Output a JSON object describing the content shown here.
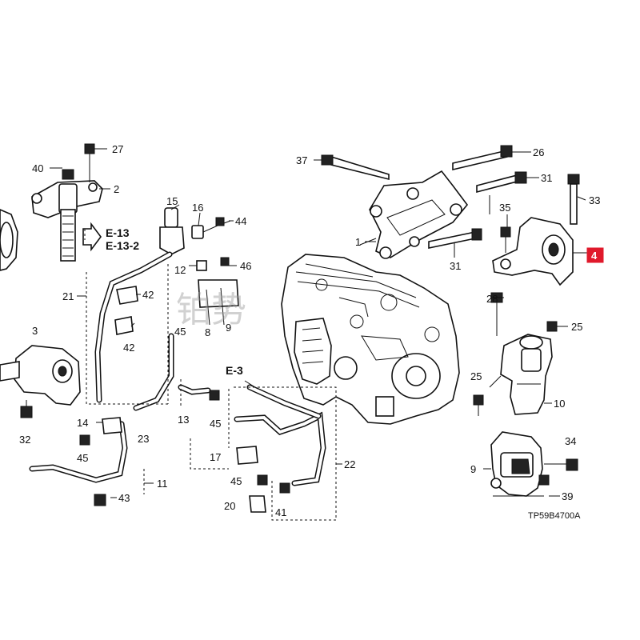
{
  "diagram": {
    "code": "TP59B4700A",
    "watermark": "铂势",
    "highlight_color": "#e0192b",
    "references": [
      {
        "id": "ref-e13",
        "text": "E-13"
      },
      {
        "id": "ref-e13-2",
        "text": "E-13-2"
      },
      {
        "id": "ref-e3",
        "text": "E-3"
      }
    ],
    "callouts": [
      {
        "id": "c27",
        "text": "27"
      },
      {
        "id": "c40",
        "text": "40"
      },
      {
        "id": "c2",
        "text": "2"
      },
      {
        "id": "c37",
        "text": "37"
      },
      {
        "id": "c26",
        "text": "26"
      },
      {
        "id": "c31a",
        "text": "31"
      },
      {
        "id": "c33",
        "text": "33"
      },
      {
        "id": "c15",
        "text": "15"
      },
      {
        "id": "c16",
        "text": "16"
      },
      {
        "id": "c44",
        "text": "44"
      },
      {
        "id": "c1",
        "text": "1"
      },
      {
        "id": "c35",
        "text": "35"
      },
      {
        "id": "c4",
        "text": "4",
        "highlighted": true
      },
      {
        "id": "c12",
        "text": "12"
      },
      {
        "id": "c46",
        "text": "46"
      },
      {
        "id": "c31b",
        "text": "31"
      },
      {
        "id": "c21",
        "text": "21"
      },
      {
        "id": "c42a",
        "text": "42"
      },
      {
        "id": "c28",
        "text": "28"
      },
      {
        "id": "c3",
        "text": "3"
      },
      {
        "id": "c8",
        "text": "8"
      },
      {
        "id": "c9a",
        "text": "9"
      },
      {
        "id": "c45a",
        "text": "45"
      },
      {
        "id": "c42b",
        "text": "42"
      },
      {
        "id": "c25a",
        "text": "25"
      },
      {
        "id": "c25b",
        "text": "25"
      },
      {
        "id": "c10",
        "text": "10"
      },
      {
        "id": "c32",
        "text": "32"
      },
      {
        "id": "c13",
        "text": "13"
      },
      {
        "id": "c14",
        "text": "14"
      },
      {
        "id": "c45b",
        "text": "45"
      },
      {
        "id": "c23",
        "text": "23"
      },
      {
        "id": "c45c",
        "text": "45"
      },
      {
        "id": "c34",
        "text": "34"
      },
      {
        "id": "c17",
        "text": "17"
      },
      {
        "id": "c22",
        "text": "22"
      },
      {
        "id": "c9b",
        "text": "9"
      },
      {
        "id": "c11",
        "text": "11"
      },
      {
        "id": "c45d",
        "text": "45"
      },
      {
        "id": "c39",
        "text": "39"
      },
      {
        "id": "c43",
        "text": "43"
      },
      {
        "id": "c20",
        "text": "20"
      },
      {
        "id": "c41",
        "text": "41"
      }
    ]
  }
}
